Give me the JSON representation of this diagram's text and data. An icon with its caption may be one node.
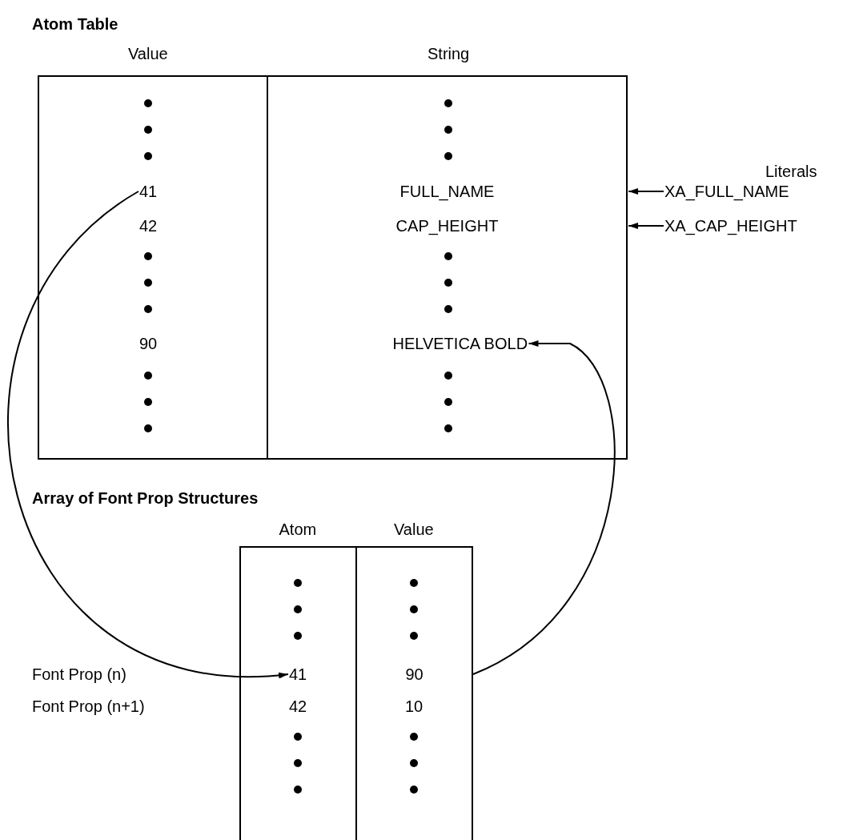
{
  "diagram": {
    "nodes": [
      {
        "text": [
          "41"
        ]
      },
      {
        "text": [
          "42"
        ]
      },
      {
        "text": [
          "90"
        ]
      },
      {
        "text": [
          "FULL_NAME"
        ]
      },
      {
        "text": [
          "CAP_HEIGHT"
        ]
      },
      {
        "text": [
          "HELVETICA BOLD"
        ]
      },
      {
        "text": [
          "XA_FULL_NAME"
        ]
      },
      {
        "text": [
          "XA_CAP_HEIGHT"
        ]
      },
      {
        "text": [
          "41"
        ]
      },
      {
        "text": [
          "90"
        ]
      },
      {
        "text": [
          "42"
        ]
      },
      {
        "text": [
          "10"
        ]
      }
    ],
    "edges": [
      {
        "from": 0,
        "to": 8,
        "arrow": "to"
      },
      {
        "from": 6,
        "to": null,
        "arrow": "to"
      },
      {
        "from": 7,
        "to": null,
        "arrow": "to"
      },
      {
        "from": 9,
        "to": 5,
        "arrow": "to"
      }
    ],
    "labels": [
      "Atom Table",
      "Value",
      "String",
      "Literals",
      "Array of Font Prop Structures",
      "Atom",
      "Value",
      "Font Prop (n)",
      "Font Prop (n+1)"
    ]
  }
}
